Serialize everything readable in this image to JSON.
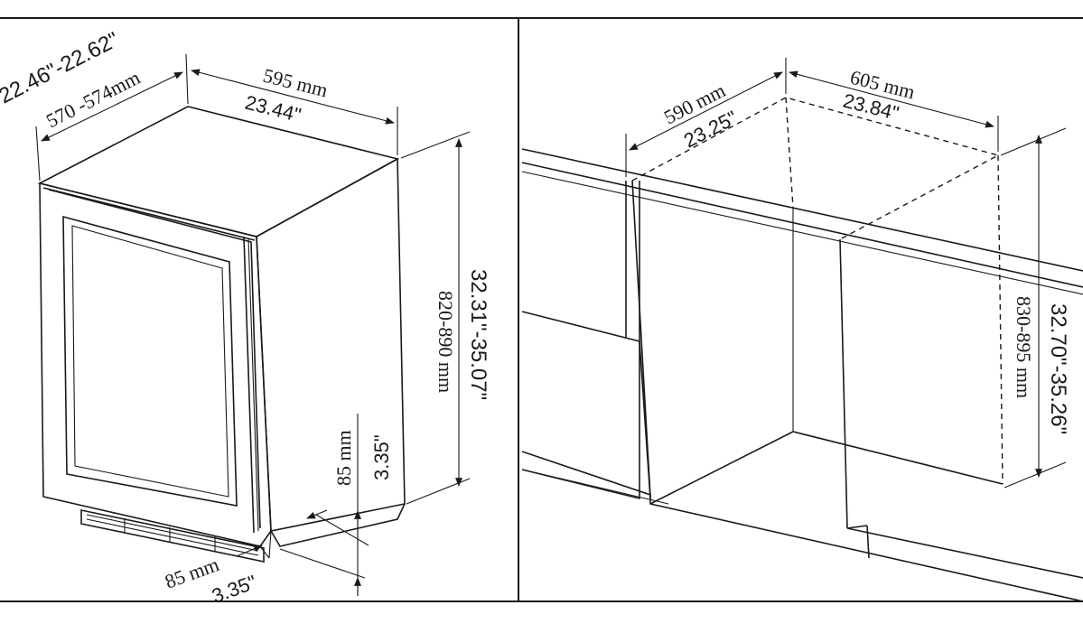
{
  "left_panel": {
    "depth_in": "22.46\"-22.62\"",
    "depth_mm": "570 -574mm",
    "width_mm": "595 mm",
    "width_in": "23.44\"",
    "height_mm": "820-890 mm",
    "height_in": "32.31\"-35.07\"",
    "kick_height_mm": "85 mm",
    "kick_height_in": "3.35\"",
    "kick_depth_mm": "85 mm",
    "kick_depth_in": "3.35\""
  },
  "right_panel": {
    "depth_mm": "590 mm",
    "depth_in": "23.25\"",
    "width_mm": "605 mm",
    "width_in": "23.84\"",
    "height_mm": "830-895 mm",
    "height_in": "32.70\"-35.26\""
  }
}
